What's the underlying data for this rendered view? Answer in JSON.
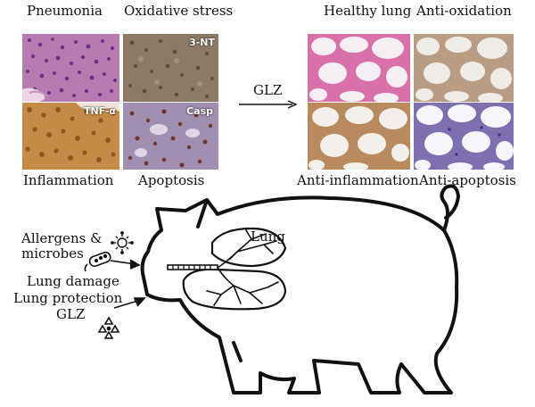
{
  "disease_panel": {
    "titles": {
      "top_left": "Pneumonia",
      "top_right": "Oxidative stress",
      "bottom_left": "Inflammation",
      "bottom_right": "Apoptosis"
    },
    "markers": {
      "oxidative": "3-NT",
      "inflammation": "TNF-α",
      "apoptosis": "Casp"
    }
  },
  "treated_panel": {
    "titles": {
      "top_left": "Healthy lung",
      "top_right": "Anti-oxidation",
      "bottom_left": "Anti-inflammation",
      "bottom_right": "Anti-apoptosis"
    }
  },
  "treatment_arrow": {
    "label": "GLZ"
  },
  "pig_diagram": {
    "organ_label": "Lung",
    "inputs": {
      "line1": "Allergens &",
      "line2": "microbes",
      "damage": "Lung damage",
      "protection": "Lung protection",
      "drug": "GLZ"
    }
  },
  "colors": {
    "he_pink": "#c77fb3",
    "he_purple": "#6b3f8e",
    "ihc_brown": "#8a5a2b",
    "light_bg": "#ece3dc",
    "lung_pink": "#e9a9c8",
    "apop_blue": "#4a3f8f"
  }
}
